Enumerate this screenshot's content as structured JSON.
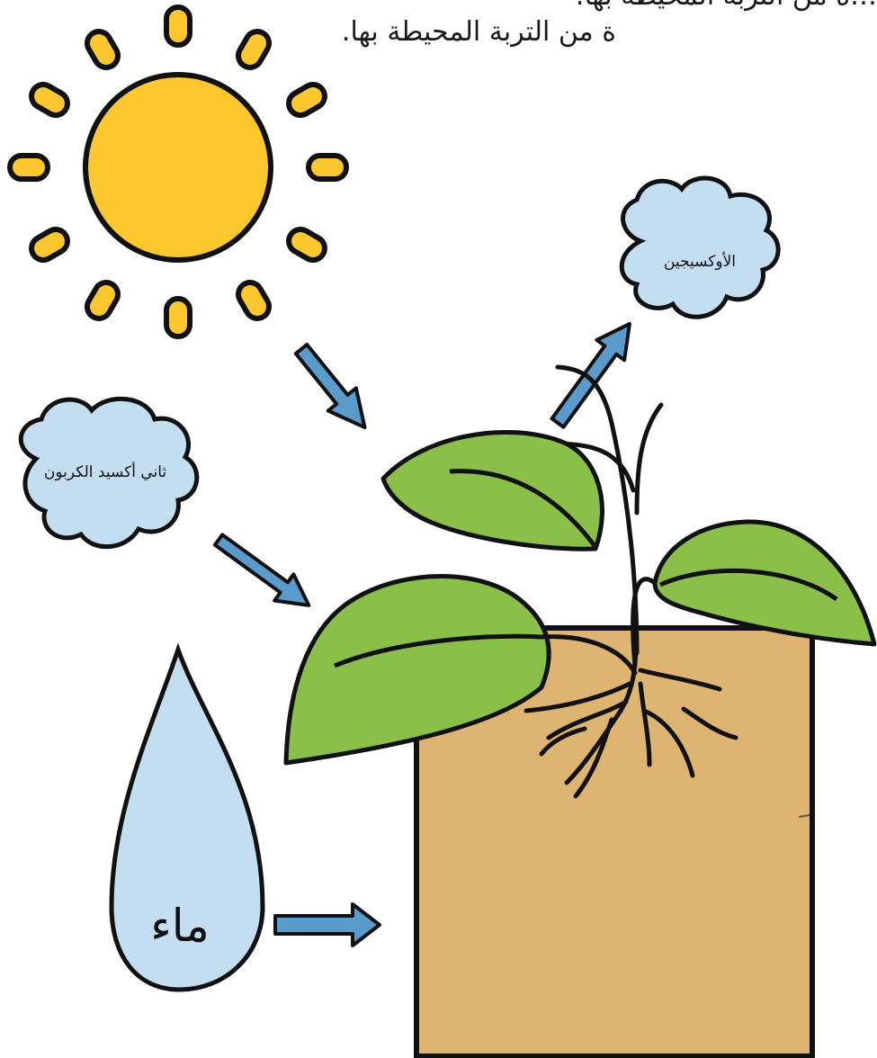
{
  "caption": {
    "line_1": "…ة من التربة المحيطة بها.",
    "line_2": "ة من التربة المحيطة بها."
  },
  "labels": {
    "oxygen": "الأوكسيجين",
    "carbon_dioxide": "ثاني أكسيد الكربون",
    "water": "ماء"
  },
  "colors": {
    "sun_fill": "#FDC82F",
    "leaf_fill": "#8ABF4A",
    "cloud_fill": "#C3DDF1",
    "water_fill": "#C3DDF1",
    "arrow_fill": "#5B9BCB",
    "soil_fill": "#DDB471",
    "outline": "#111111"
  }
}
